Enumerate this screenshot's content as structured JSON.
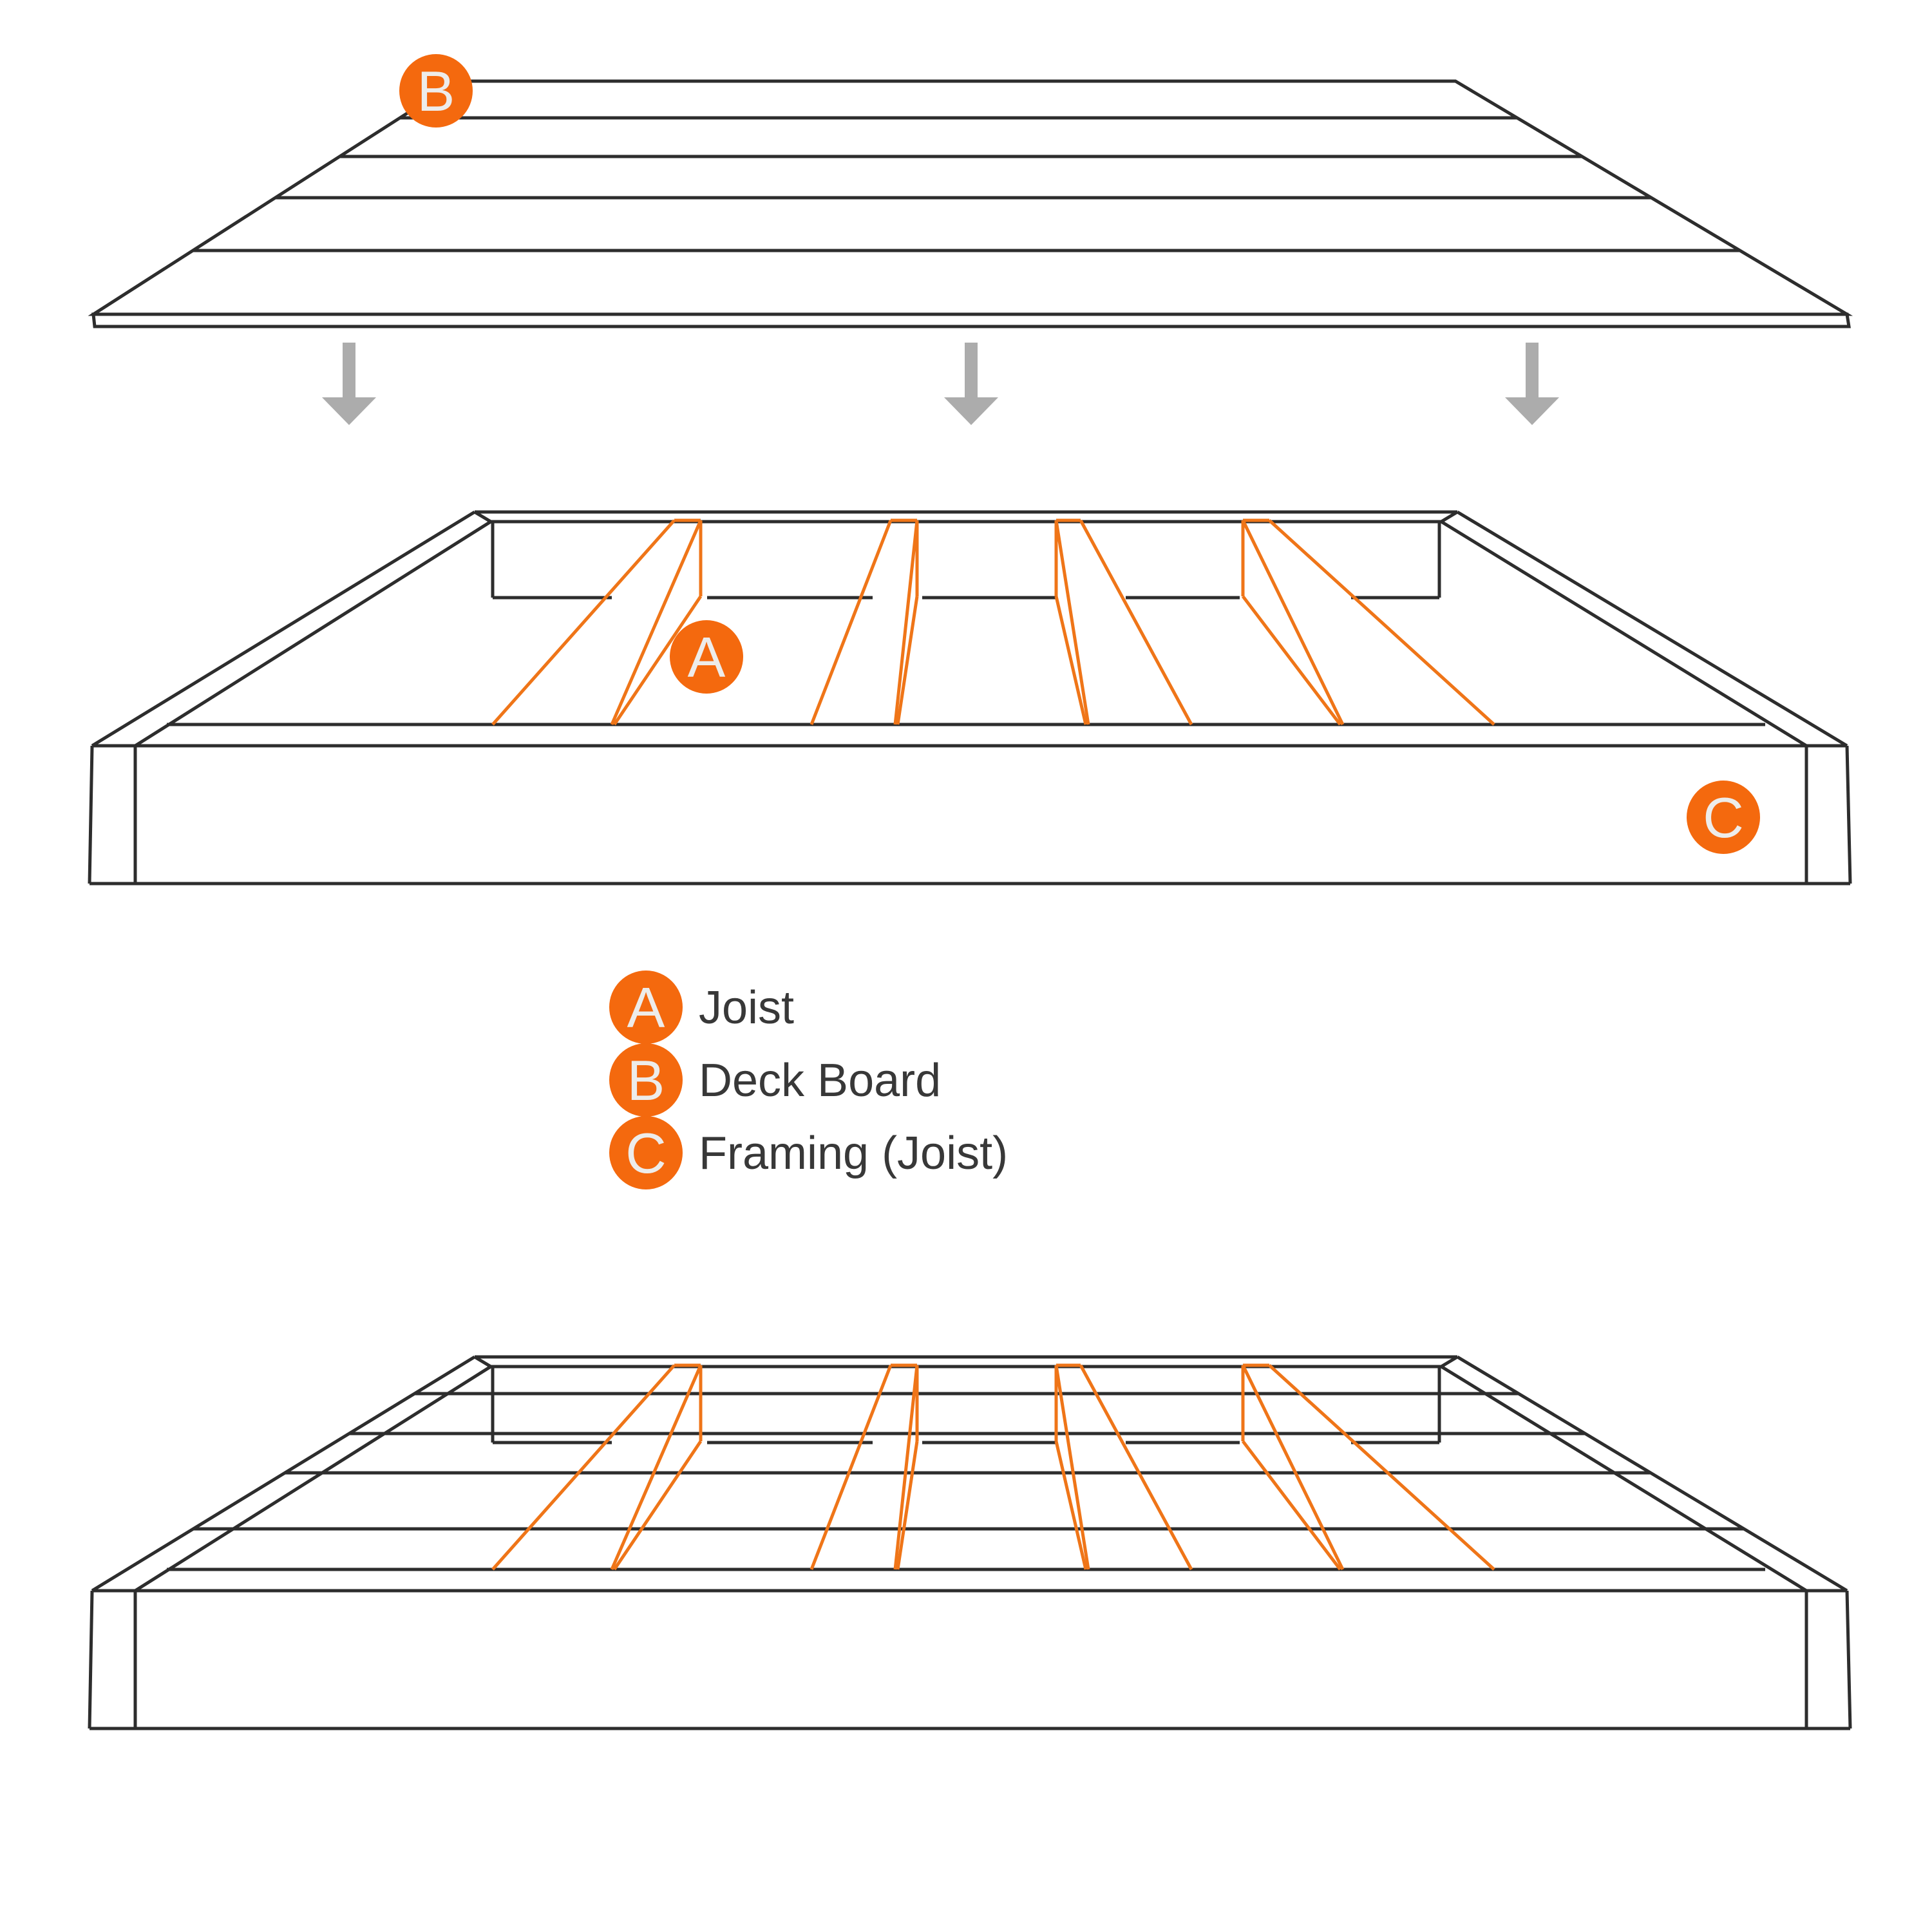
{
  "diagram": {
    "badges": {
      "a": "A",
      "b": "B",
      "c": "C"
    },
    "legend": {
      "items": [
        {
          "key": "A",
          "label": "Joist"
        },
        {
          "key": "B",
          "label": "Deck Board"
        },
        {
          "key": "C",
          "label": "Framing (Joist)"
        }
      ]
    },
    "colors": {
      "accent_orange": "#F4690E",
      "joist_orange": "#EF7518",
      "line_dark": "#2D2D2D",
      "arrow_gray": "#ACACAC",
      "text_dark": "#383838",
      "badge_letter": "#EDECEA",
      "background": "#FFFFFF"
    }
  }
}
